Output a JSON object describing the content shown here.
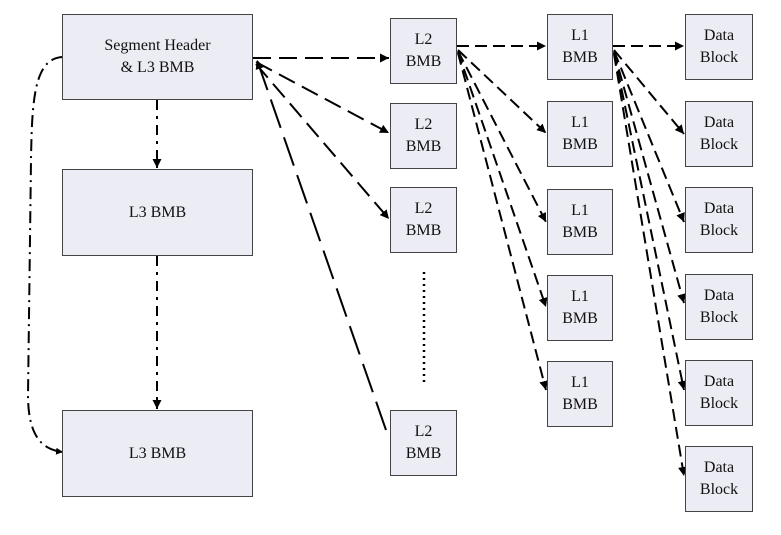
{
  "colors": {
    "box_fill": "#ececf4",
    "box_border": "#444444",
    "line": "#000000",
    "background": "#ffffff"
  },
  "segment_header": {
    "line1": "Segment Header",
    "line2": "& L3 BMB"
  },
  "l3_bmbs": [
    {
      "line1": "L3 BMB"
    },
    {
      "line1": "L3 BMB"
    }
  ],
  "l2_bmbs": [
    {
      "line1": "L2",
      "line2": "BMB"
    },
    {
      "line1": "L2",
      "line2": "BMB"
    },
    {
      "line1": "L2",
      "line2": "BMB"
    },
    {
      "line1": "L2",
      "line2": "BMB"
    }
  ],
  "l1_bmbs": [
    {
      "line1": "L1",
      "line2": "BMB"
    },
    {
      "line1": "L1",
      "line2": "BMB"
    },
    {
      "line1": "L1",
      "line2": "BMB"
    },
    {
      "line1": "L1",
      "line2": "BMB"
    },
    {
      "line1": "L1",
      "line2": "BMB"
    }
  ],
  "data_blocks": [
    {
      "line1": "Data",
      "line2": "Block"
    },
    {
      "line1": "Data",
      "line2": "Block"
    },
    {
      "line1": "Data",
      "line2": "Block"
    },
    {
      "line1": "Data",
      "line2": "Block"
    },
    {
      "line1": "Data",
      "line2": "Block"
    },
    {
      "line1": "Data",
      "line2": "Block"
    }
  ]
}
